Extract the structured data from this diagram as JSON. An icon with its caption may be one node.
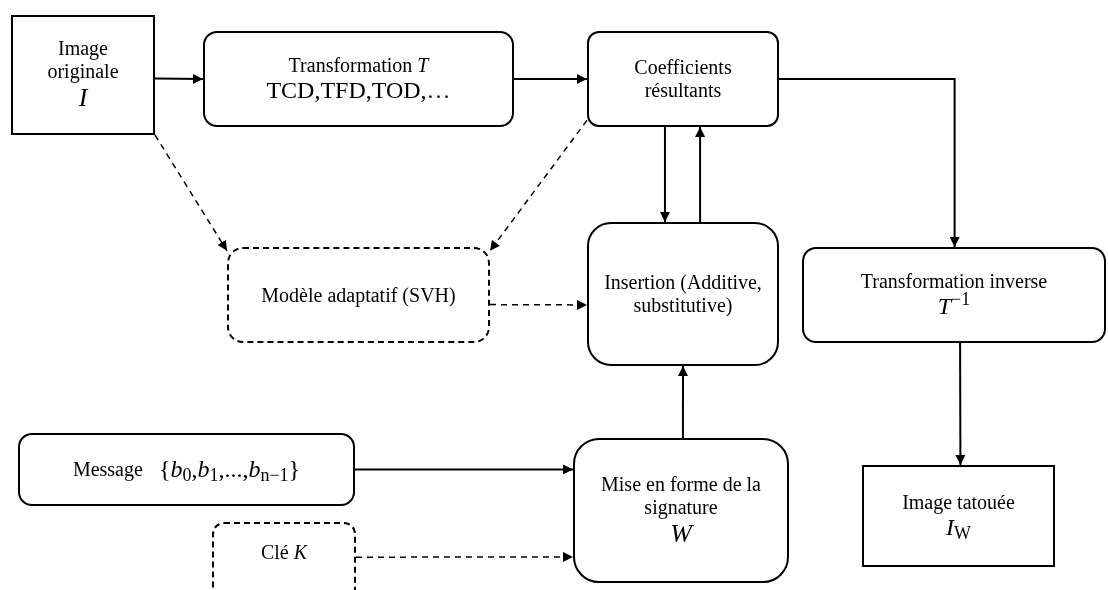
{
  "diagram": {
    "nodes": [
      {
        "text": [
          "Image originale",
          "I"
        ]
      },
      {
        "text": [
          "Transformation *T*",
          "TCD,TFD,TOD,…"
        ]
      },
      {
        "text": [
          "Coefficients résultants"
        ]
      },
      {
        "text": [
          "Modèle adaptatif (SVH)"
        ]
      },
      {
        "text": [
          "Insertion (Additive, substitutive)"
        ]
      },
      {
        "text": [
          "Transformation inverse",
          "*T*$^{−1}$"
        ]
      },
      {
        "text": [
          "Message",
          "{*b*$_{0}$,*b*$_{1}$,...,*b*$_{n−1}$}"
        ]
      },
      {
        "text": [
          "Clé *K*"
        ]
      },
      {
        "text": [
          "Mise en forme de la signature",
          "W"
        ]
      },
      {
        "text": [
          "Image tatouée",
          "*I*$_{W}$"
        ]
      }
    ],
    "edges": [
      {
        "from": 0,
        "to": 1,
        "arrow": "to"
      },
      {
        "from": 1,
        "to": 2,
        "arrow": "to"
      },
      {
        "from": 2,
        "to": 4,
        "arrow": "to"
      },
      {
        "from": 4,
        "to": 2,
        "arrow": "to"
      },
      {
        "from": 2,
        "to": 5,
        "arrow": "to"
      },
      {
        "from": 0,
        "to": 3,
        "arrow": "to",
        "style": "dashed"
      },
      {
        "from": 2,
        "to": 3,
        "arrow": "to",
        "style": "dashed"
      },
      {
        "from": 3,
        "to": 4,
        "arrow": "to",
        "style": "dashed"
      },
      {
        "from": 6,
        "to": 8,
        "arrow": "to"
      },
      {
        "from": 7,
        "to": 8,
        "arrow": "to",
        "style": "dashed"
      },
      {
        "from": 8,
        "to": 4,
        "arrow": "to"
      },
      {
        "from": 5,
        "to": 9,
        "arrow": "to"
      }
    ]
  }
}
